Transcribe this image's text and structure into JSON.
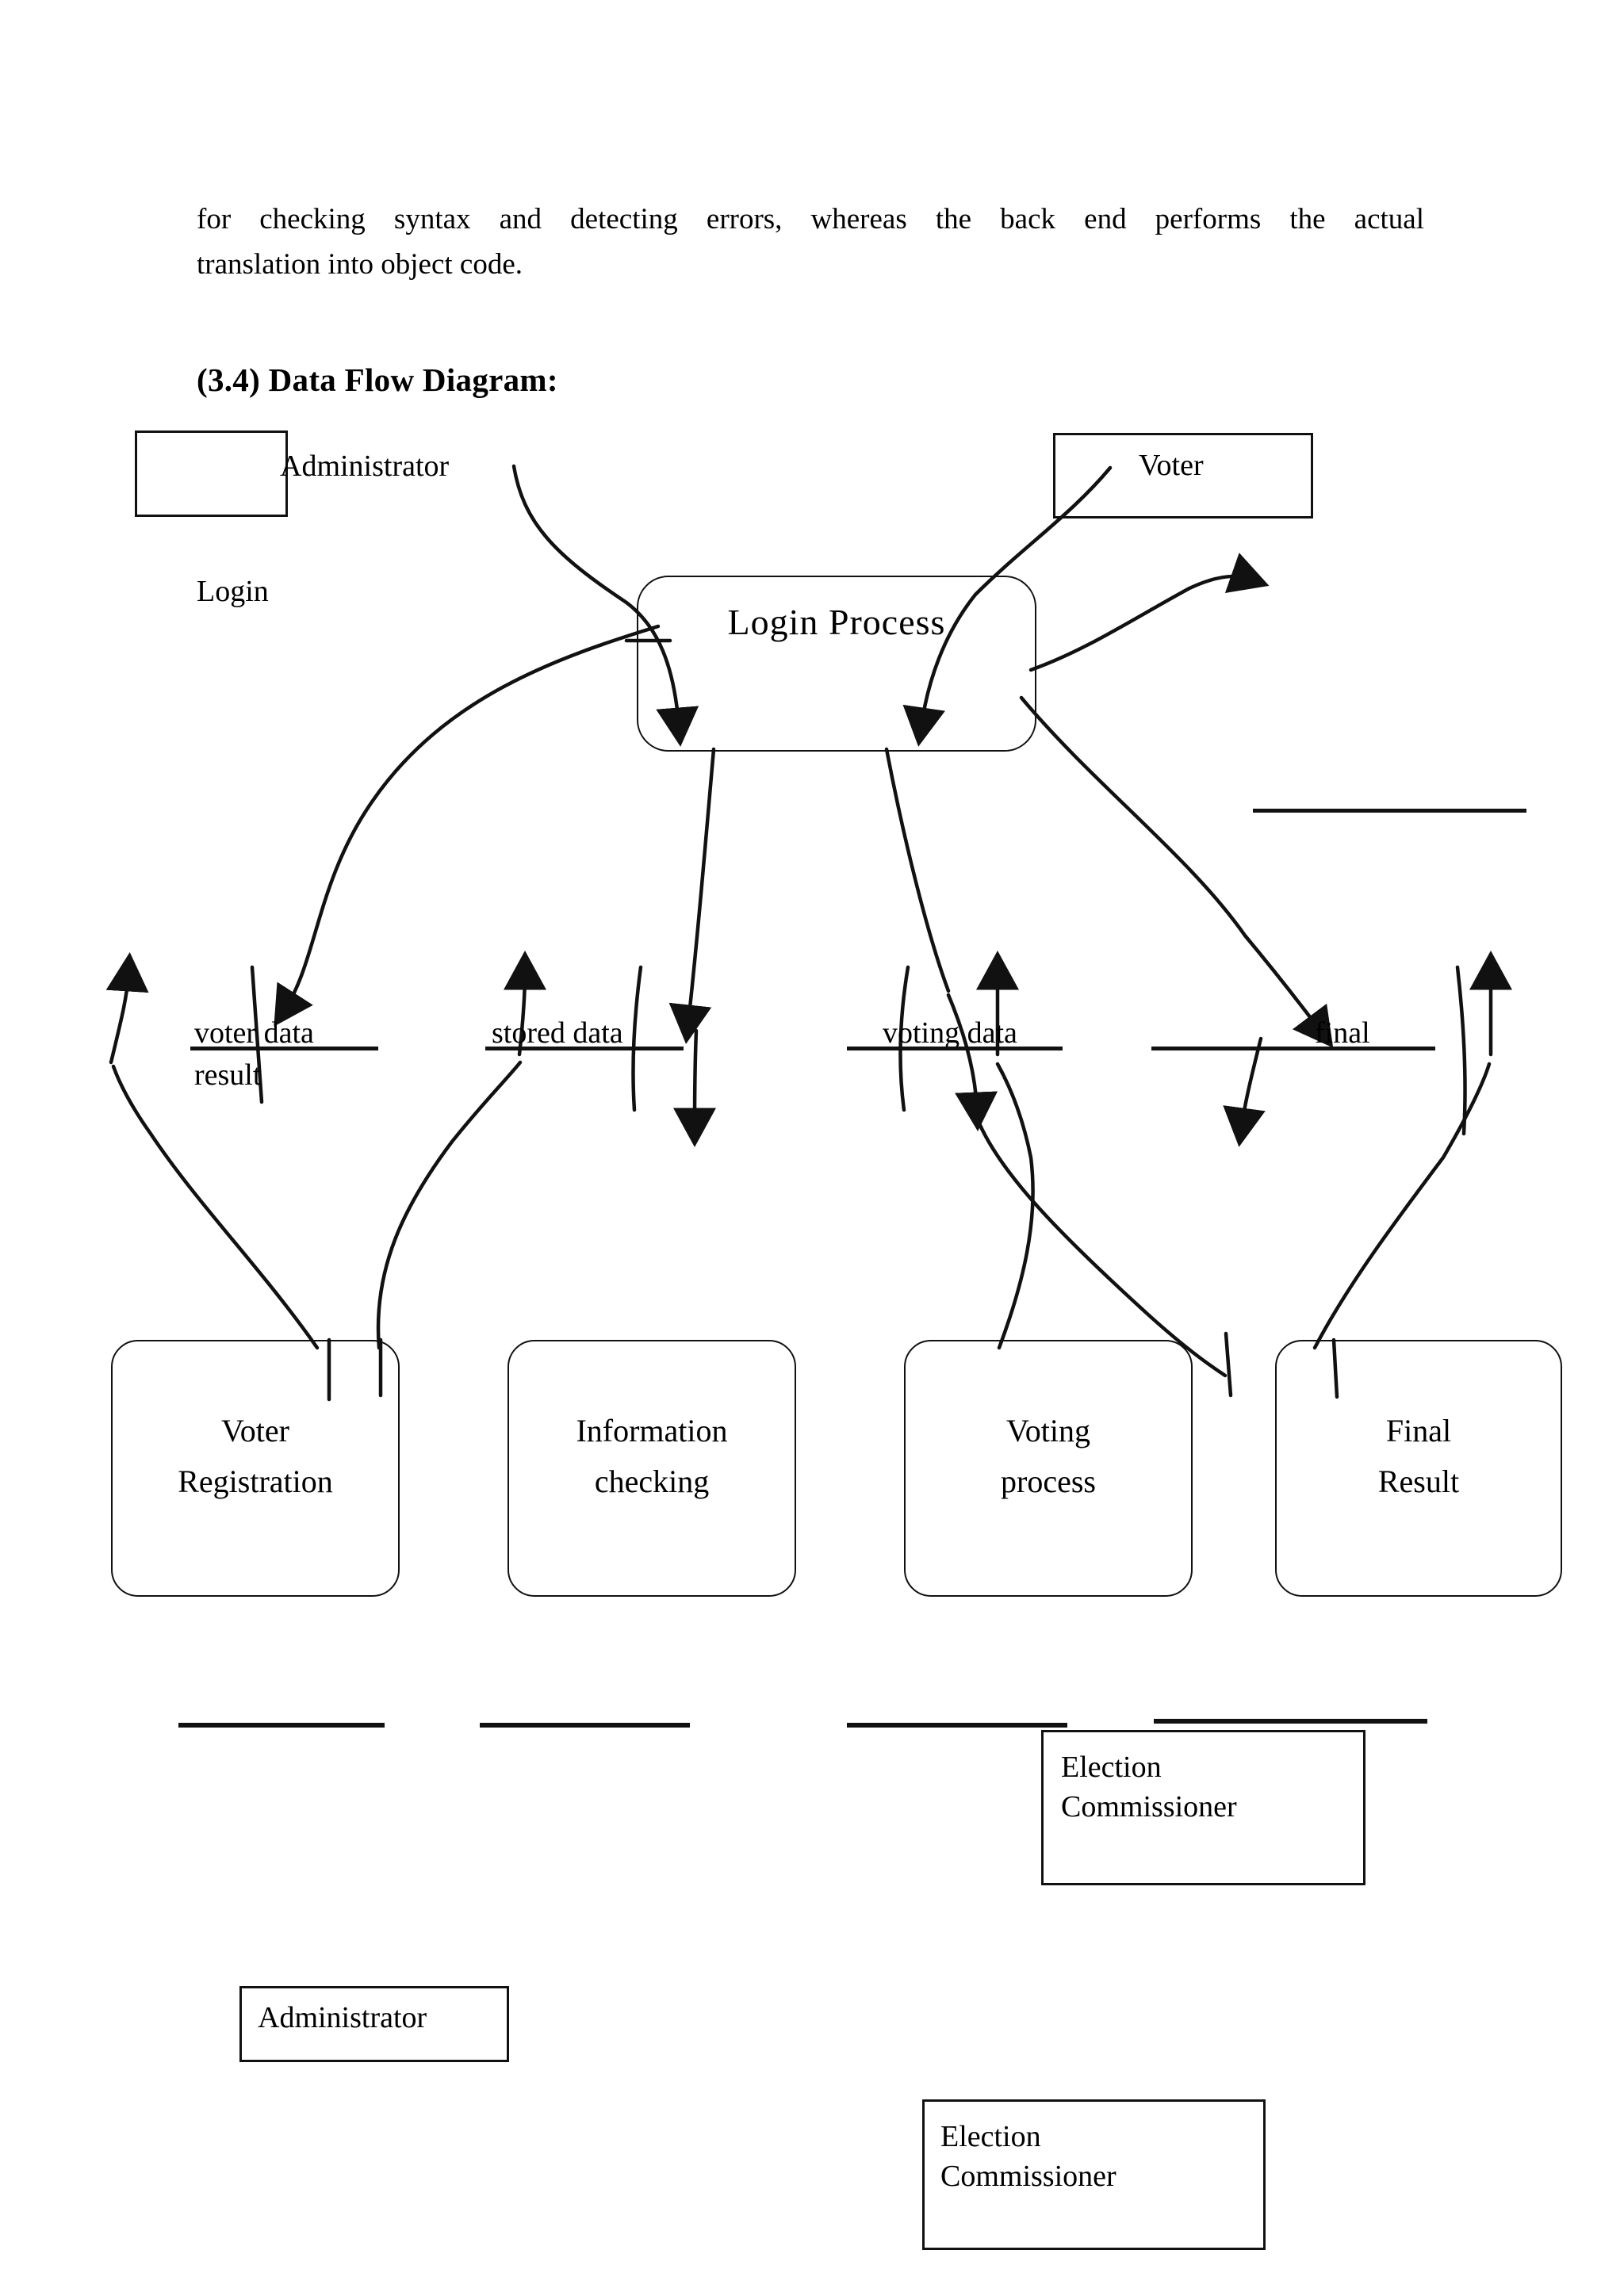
{
  "document": {
    "body_paragraph": {
      "line1": "for checking syntax and detecting errors, whereas the back end performs the actual",
      "line2": "translation into object code."
    },
    "section_heading": "(3.4)  Data Flow Diagram:"
  },
  "diagram": {
    "title": "Data Flow Diagram",
    "external_entities": [
      {
        "id": "administrator-top",
        "label": "Administrator"
      },
      {
        "id": "voter-top",
        "label": "Voter"
      },
      {
        "id": "election-commissioner-mid",
        "label_line1": "Election",
        "label_line2": "Commissioner"
      },
      {
        "id": "administrator-bottom",
        "label": "Administrator"
      },
      {
        "id": "election-commissioner-bottom",
        "label_line1": "Election",
        "label_line2": "Commissioner"
      }
    ],
    "central_process": {
      "id": "login-process",
      "label": "Login   Process"
    },
    "flow_labels": [
      {
        "id": "login-flow",
        "label": "Login"
      },
      {
        "id": "result-flow",
        "label": "result"
      }
    ],
    "data_stores": [
      {
        "id": "store-voter-data",
        "label": "voter data"
      },
      {
        "id": "store-stored-data",
        "label": "stored  data"
      },
      {
        "id": "store-voting-data",
        "label": "voting  data"
      },
      {
        "id": "store-final",
        "label": "final"
      }
    ],
    "processes": [
      {
        "id": "voter-registration",
        "line1": "Voter",
        "line2": "Registration"
      },
      {
        "id": "information-checking",
        "line1": "Information",
        "line2": "checking"
      },
      {
        "id": "voting-process",
        "line1": "Voting",
        "line2": "process"
      },
      {
        "id": "final-result",
        "line1": "Final",
        "line2": "Result"
      }
    ]
  },
  "colors": {
    "ink": "#111111",
    "page": "#ffffff"
  }
}
